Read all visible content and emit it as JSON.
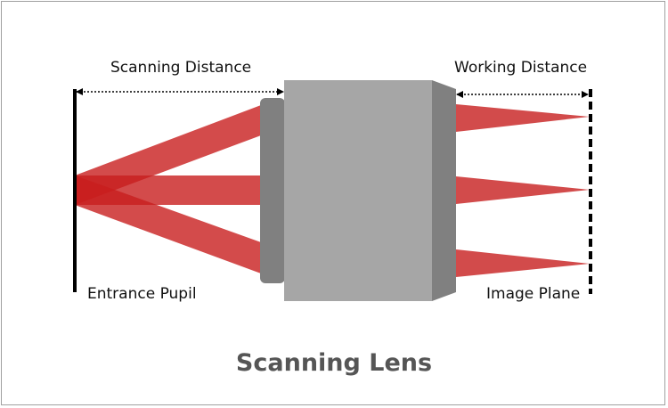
{
  "labels": {
    "scanning_distance": "Scanning Distance",
    "working_distance": "Working Distance",
    "entrance_pupil": "Entrance Pupil",
    "image_plane": "Image Plane"
  },
  "title": "Scanning Lens",
  "colors": {
    "beam": "#d24b4b",
    "lens_body": "#a6a6a6",
    "lens_side": "#808080",
    "lens_plate": "#808080",
    "title": "#555555"
  }
}
